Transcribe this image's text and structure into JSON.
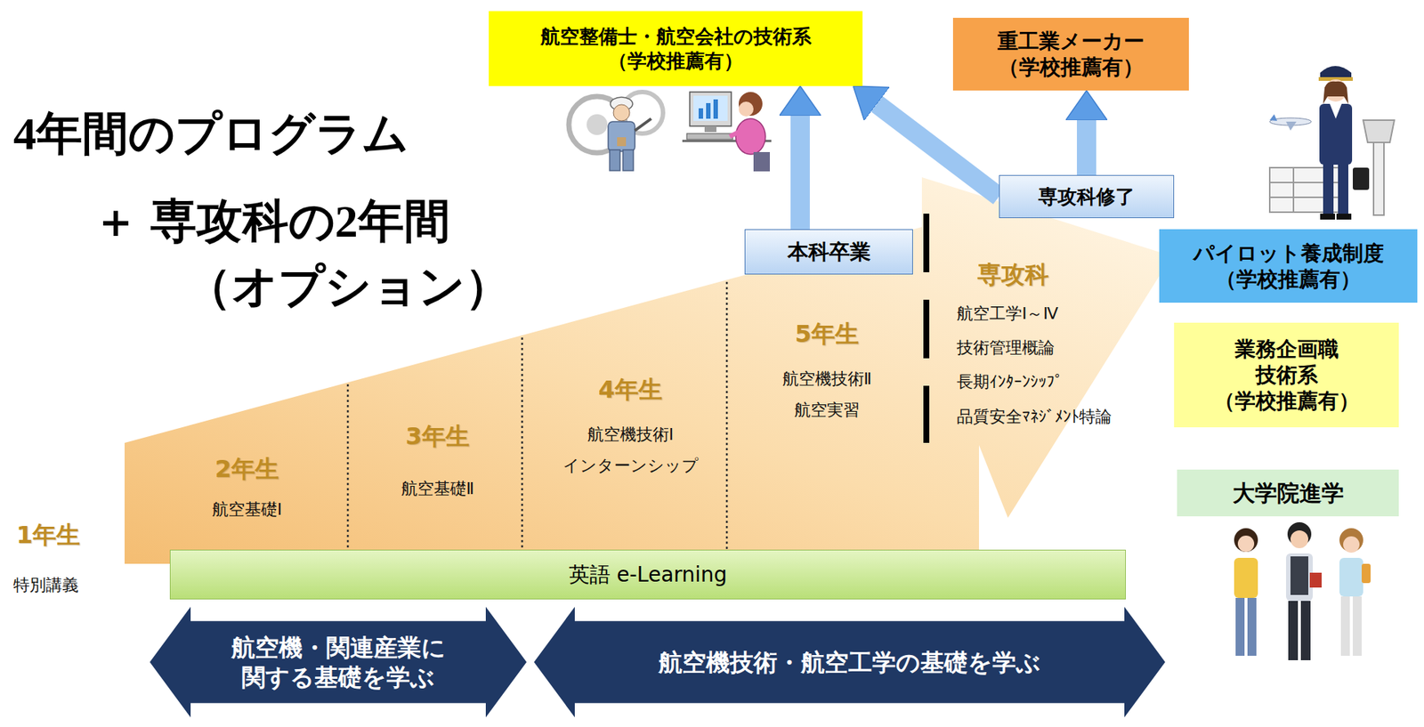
{
  "diagram": {
    "title": "4年間のプログラム",
    "nodes": [
      {
        "text": [
          "航空整備士・航空会社の技術系 （学校推薦有）"
        ]
      },
      {
        "text": [
          "重工業メーカー （学校推薦有）"
        ]
      },
      {
        "text": [
          "専攻科修了"
        ]
      },
      {
        "text": [
          "本科卒業"
        ]
      },
      {
        "text": [
          "パイロット養成制度 （学校推薦有）"
        ]
      },
      {
        "text": [
          "業務企画職 技術系 （学校推薦有）"
        ]
      },
      {
        "text": [
          "大学院進学"
        ]
      },
      {
        "text": [
          "2年生",
          "航空基礎Ⅰ"
        ]
      },
      {
        "text": [
          "3年生",
          "航空基礎Ⅱ"
        ]
      },
      {
        "text": [
          "4年生",
          "航空機技術Ⅰ",
          "インターンシップ"
        ]
      },
      {
        "text": [
          "5年生",
          "航空機技術Ⅱ",
          "航空実習"
        ]
      },
      {
        "text": [
          "専攻科",
          "航空工学Ⅰ～Ⅳ",
          "技術管理概論",
          "長期ｲﾝﾀｰﾝｼｯﾌﾟ",
          "品質安全ﾏﾈｼﾞﾒﾝﾄ特論"
        ]
      },
      {
        "text": [
          "英語 e-Learning"
        ]
      },
      {
        "text": [
          "航空機・関連産業に 関する基礎を学ぶ"
        ]
      },
      {
        "text": [
          "航空機技術・航空工学の基礎を学ぶ"
        ]
      }
    ],
    "edges": [
      {
        "from": 3,
        "to": 0,
        "arrow": "to"
      },
      {
        "from": 2,
        "to": 0,
        "arrow": "to"
      },
      {
        "from": 2,
        "to": 1,
        "arrow": "to"
      }
    ],
    "labels": [
      "＋ 専攻科の2年間",
      "（オプション）",
      "1年生",
      "特別講義"
    ]
  }
}
